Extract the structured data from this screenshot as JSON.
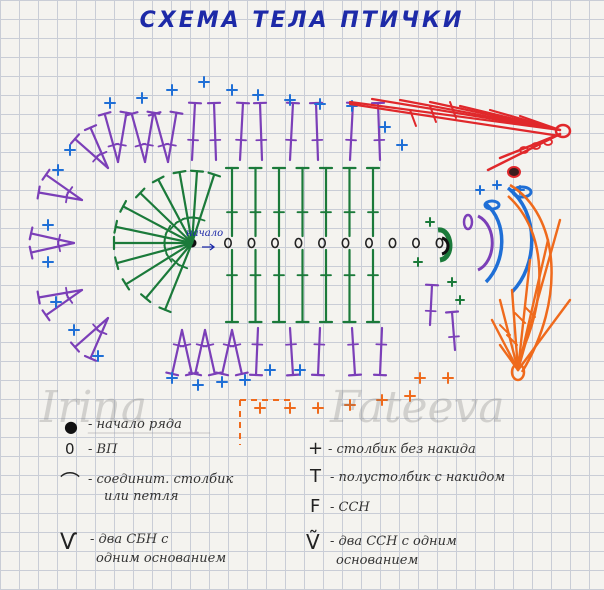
{
  "title": "СХЕМА ТЕЛА ПТИЧКИ",
  "start_label": "начало",
  "watermark_left": "Irina",
  "watermark_right": "Fateeva",
  "colors": {
    "blue": "#1f6fd6",
    "purple": "#7b3fb8",
    "green": "#1b7a3a",
    "red": "#e0282b",
    "orange": "#ef6a1c",
    "navy": "#1d2aa8",
    "ink": "#222222"
  },
  "legend": [
    {
      "symbol": "●",
      "icon": "start-dot-icon",
      "text": "- начало ряда"
    },
    {
      "symbol": "0",
      "icon": "chain-stitch-icon",
      "text": "- ВП"
    },
    {
      "symbol": "⌒",
      "icon": "slip-stitch-icon",
      "text": "- соединит. столбик",
      "text2": "или петля"
    },
    {
      "symbol": "Ѵ",
      "icon": "two-dc-icon",
      "text": "- два СБН с",
      "text2": "одним основанием"
    },
    {
      "symbol": "+",
      "icon": "sc-icon",
      "text": "- столбик без накида"
    },
    {
      "symbol": "T",
      "icon": "hdc-icon",
      "text": "- полустолбик с накидом"
    },
    {
      "symbol": "F",
      "icon": "dc-icon",
      "text": "- ССН"
    },
    {
      "symbol": "Ṽ",
      "icon": "two-dc-one-base-icon",
      "text": "- два ССН с одним",
      "text2": "основанием"
    }
  ]
}
